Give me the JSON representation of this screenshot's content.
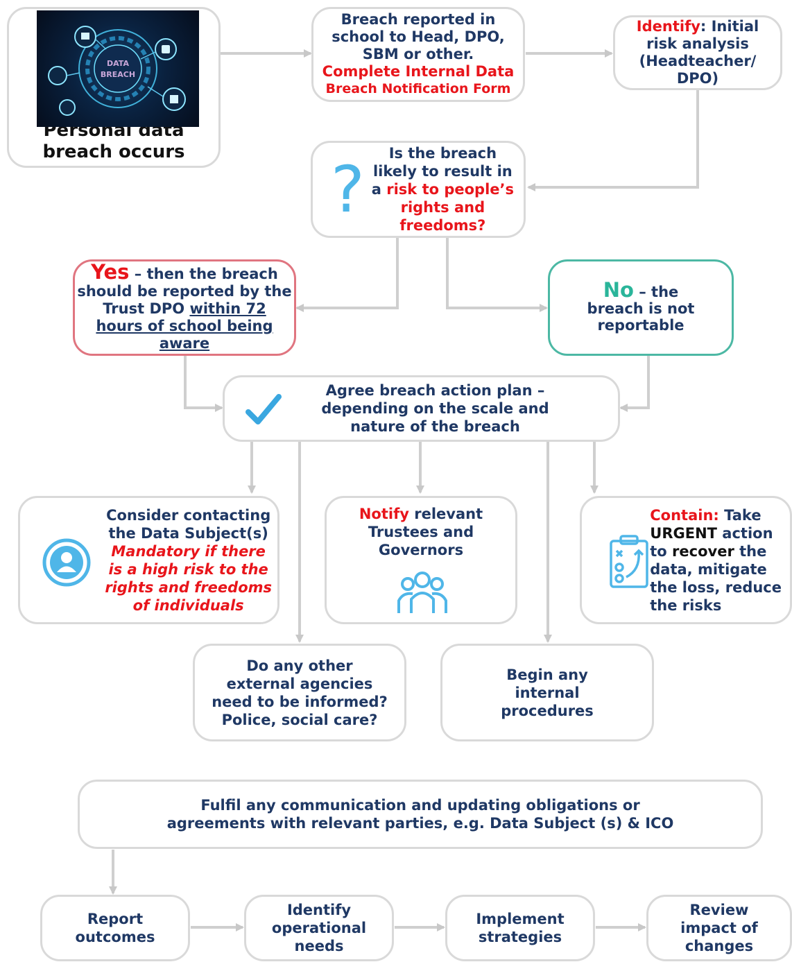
{
  "start": {
    "image_caption": "DATA BREACH",
    "line1": "Personal data",
    "line2": "breach occurs"
  },
  "reported": {
    "l1": "Breach reported in",
    "l2": "school to Head, DPO,",
    "l3": "SBM or other.",
    "l4": "Complete Internal Data",
    "l5": "Breach Notification Form"
  },
  "identify": {
    "keyword": "Identify",
    "rest": ": Initial",
    "l2": "risk analysis",
    "l3": "(Headteacher/",
    "l4": "DPO)"
  },
  "question": {
    "l1": "Is the breach",
    "l2": "likely to result in",
    "l3a": "a ",
    "l3b": "risk to people’s",
    "l4": "rights and",
    "l5": "freedoms?"
  },
  "yes": {
    "keyword": "Yes",
    "l1": " – then the breach",
    "l2": "should be reported by the",
    "l3a": "Trust DPO ",
    "l3b": "within 72",
    "l4": "hours of school being",
    "l5": "aware"
  },
  "no": {
    "keyword": "No",
    "l1": " – the",
    "l2": "breach is not",
    "l3": "reportable"
  },
  "plan": {
    "l1": "Agree breach action plan –",
    "l2": "depending on the scale and",
    "l3": "nature of the breach"
  },
  "subject": {
    "l1": "Consider contacting",
    "l2": "the Data Subject(s)",
    "l3": "Mandatory if there",
    "l4": "is a high risk to the",
    "l5": "rights and freedoms",
    "l6": "of individuals"
  },
  "notify": {
    "keyword": "Notify",
    "l1": " relevant",
    "l2": "Trustees and",
    "l3": "Governors"
  },
  "contain": {
    "keyword": "Contain:",
    "l1": " Take",
    "l2a": "URGENT",
    "l2b": " action",
    "l3a": "to ",
    "l3b": "recover",
    "l3c": " the",
    "l4": "data, mitigate",
    "l5": "the loss, reduce",
    "l6": "the risks"
  },
  "agencies": {
    "l1": "Do any other",
    "l2": "external agencies",
    "l3": "need to be informed?",
    "l4": "Police, social care?"
  },
  "internal": {
    "l1": "Begin any",
    "l2": "internal",
    "l3": "procedures"
  },
  "fulfil": {
    "l1": "Fulfil any communication and updating obligations or",
    "l2": "agreements with relevant parties, e.g. Data Subject (s) & ICO"
  },
  "report": {
    "l1": "Report",
    "l2": "outcomes"
  },
  "needs": {
    "l1": "Identify",
    "l2": "operational",
    "l3": "needs"
  },
  "implement": {
    "l1": "Implement",
    "l2": "strategies"
  },
  "review": {
    "l1": "Review",
    "l2": "impact of",
    "l3": "changes"
  },
  "colors": {
    "navy": "#1f3864",
    "red": "#e8151b",
    "teal": "#2ab59a",
    "icon_blue": "#4fb6e8",
    "border_grey": "#d9d9d9",
    "yes_border": "#e07580",
    "no_border": "#4cb8a4"
  },
  "icons": [
    "data-breach-image",
    "question-mark-icon",
    "checkmark-icon",
    "user-icon",
    "group-icon",
    "clipboard-strategy-icon"
  ]
}
